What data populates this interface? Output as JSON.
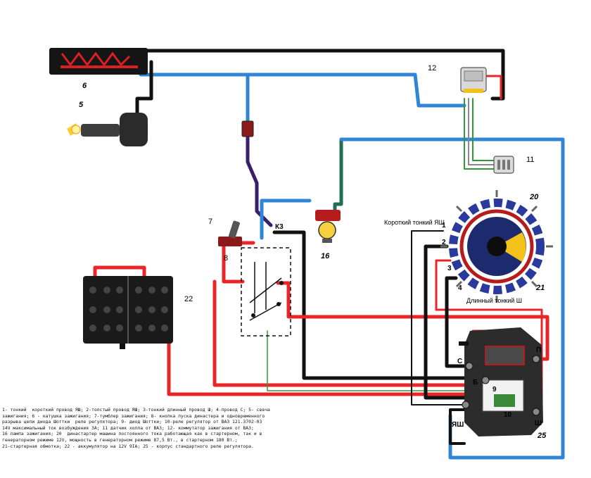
{
  "labels": {
    "n12": "12",
    "n6": "6",
    "n5": "5",
    "n11": "11",
    "n20": "20",
    "n21": "21",
    "n7": "7",
    "n8": "8",
    "k3": "К3",
    "n16": "16",
    "n22": "22",
    "n25": "25",
    "n9": "9",
    "n10": "10",
    "w1": "1",
    "w2": "2",
    "w3": "3",
    "w4": "4",
    "short_thin": "Короткий тонкий ЯШ",
    "long_thin": "Длинный тонкий Ш",
    "term_p": "П",
    "term_s": "С",
    "term_b": "Б",
    "term_sh": "Ш",
    "term_yash": "ЯШ"
  },
  "caption": "1- тонкий  короткий провод ЯШ; 2-толстый провод ЯШ; 3-тонкий длинный провод Ш; 4-провод С; 5- свеча\nзажигания; 6 - катушка зажигания; 7-тумблер зажигания; 8- кнопка пуска династера и одновременного\nразрыва цепи диода Шоттки  реле регулятора; 9- диод Шоттки; 10-реле регулятор от ВАЗ 121.3702-03\n14V максимальный ток возбуждения 3А; 11 датчик холла от ВАЗ; 12- коммутатор зажигания от ВАЗ;\n16 лампа зажигания; 20  династартер машина постоянного тока работающая как в стартерном, так и в\nгенераторном режиме 12V, мощность в генераторном режиме 87,5 Вт., в стартерном 180 Вт.;\n21-стартерная обмотка; 22 - аккумулятор на 12V 9IA; 25 - корпус стандартного реле регулятора.",
  "colors": {
    "black": "#111111",
    "red": "#e8262a",
    "blue": "#2f86d6",
    "green": "#2e9a3a",
    "purple": "#3a1e6a",
    "darkred": "#b81818"
  }
}
